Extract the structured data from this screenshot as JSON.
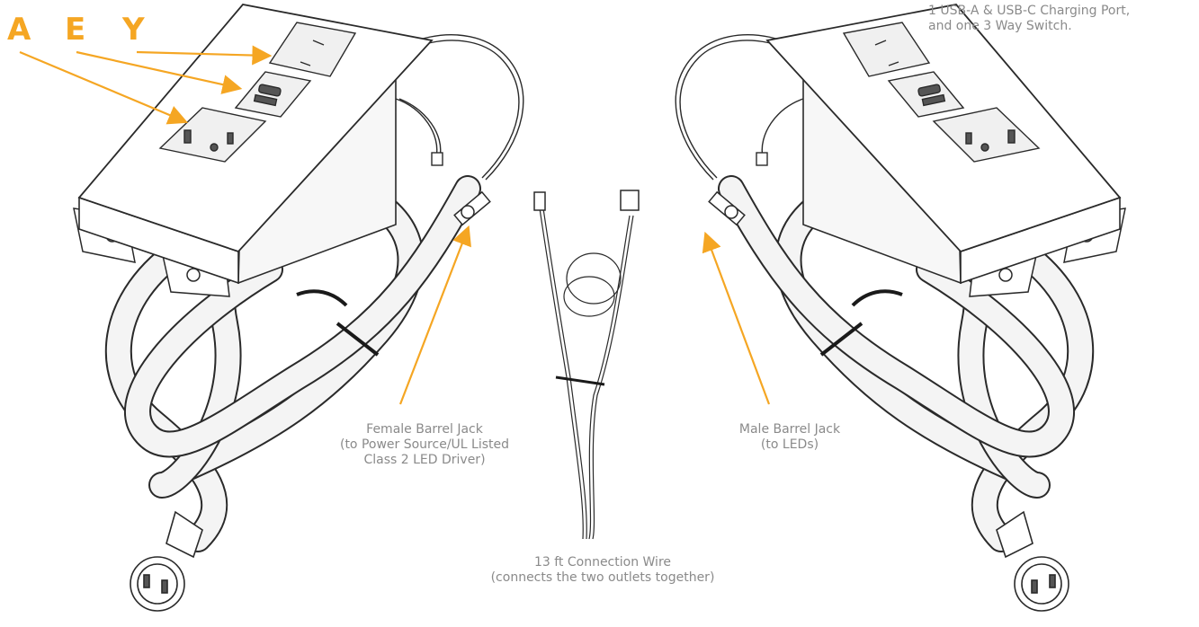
{
  "letters": {
    "a": "A",
    "e": "E",
    "y": "Y"
  },
  "top_note": {
    "line1": "1 USB-A & USB-C Charging Port,",
    "line2": "and one 3 Way Switch."
  },
  "female_jack": {
    "line1": "Female Barrel Jack",
    "line2": "(to Power Source/UL Listed",
    "line3": "Class 2 LED Driver)"
  },
  "male_jack": {
    "line1": "Male Barrel Jack",
    "line2": "(to LEDs)"
  },
  "connection_wire": {
    "line1": "13 ft Connection Wire",
    "line2": "(connects the two outlets together)"
  },
  "colors": {
    "accent": "#f5a623",
    "label": "#8a8a8a",
    "line": "#2a2a2a",
    "fill": "#f4f4f4"
  },
  "icons": [
    "power-outlet",
    "usb-port",
    "rocker-switch",
    "power-cord",
    "plug",
    "barrel-jack",
    "zip-tie",
    "connection-wire"
  ]
}
